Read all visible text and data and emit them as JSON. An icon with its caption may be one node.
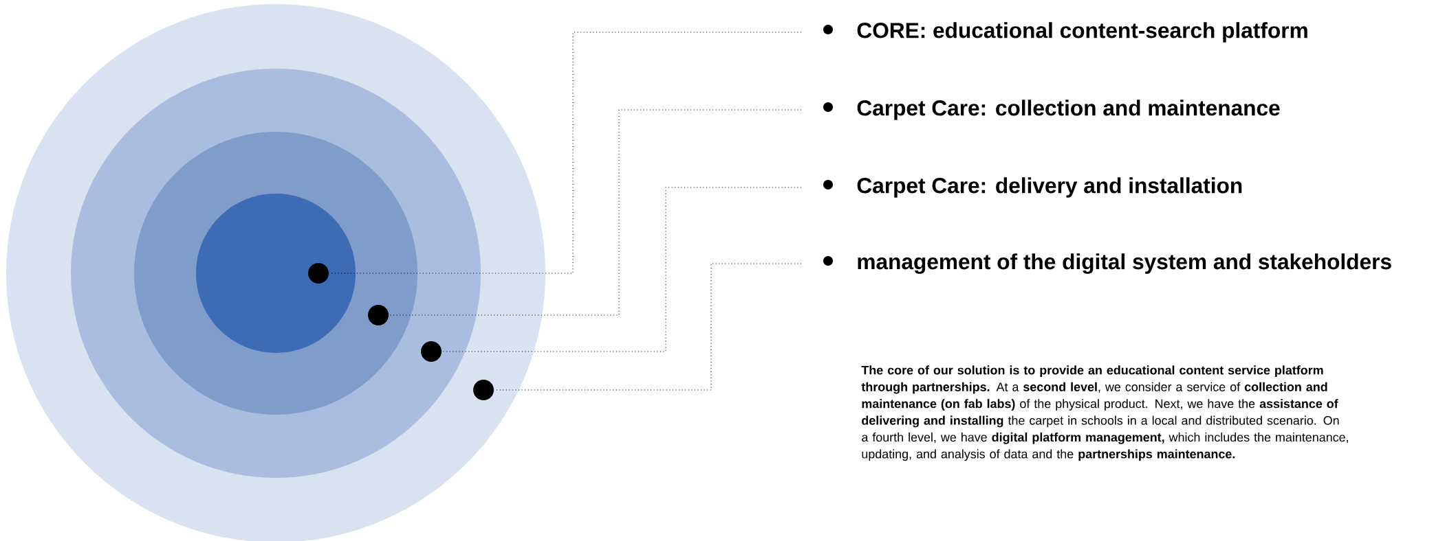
{
  "diagram": {
    "nodes": [
      {
        "text": [],
        "shape": "circle"
      },
      {
        "text": [],
        "shape": "circle",
        "in": 0
      },
      {
        "text": [],
        "shape": "circle",
        "in": 1
      },
      {
        "text": [],
        "shape": "circle",
        "in": 2
      },
      {
        "text": [],
        "shape": "circle",
        "in": 3
      },
      {
        "text": [],
        "shape": "circle",
        "in": 2
      },
      {
        "text": [],
        "shape": "circle",
        "in": 1
      },
      {
        "text": [],
        "shape": "circle",
        "in": 0
      },
      {
        "text": [
          "CORE: educational content-search platform"
        ]
      },
      {
        "text": [
          "Carpet Care: collection and maintenance"
        ]
      },
      {
        "text": [
          "Carpet Care: delivery and installation"
        ]
      },
      {
        "text": [
          "management of the digital system and stakeholders"
        ]
      }
    ],
    "edges": [
      {
        "from": 8,
        "to": 4,
        "arrow": "none"
      },
      {
        "from": 9,
        "to": 5,
        "arrow": "none"
      },
      {
        "from": 10,
        "to": 6,
        "arrow": "none"
      },
      {
        "from": 11,
        "to": 7,
        "arrow": "none"
      }
    ],
    "labels": [
      "**The core of our solution is to provide an educational content service platform through partnerships.** At a **second level**, we consider a service of **collection and maintenance (on fab labs)** of the physical product. Next, we have the **assistance of delivering and installing** the carpet in schools in a local and distributed scenario. On a fourth level, we have **digital platform management,** which includes the maintenance, updating, and analysis of data and the **partnerships maintenance.**"
    ]
  }
}
